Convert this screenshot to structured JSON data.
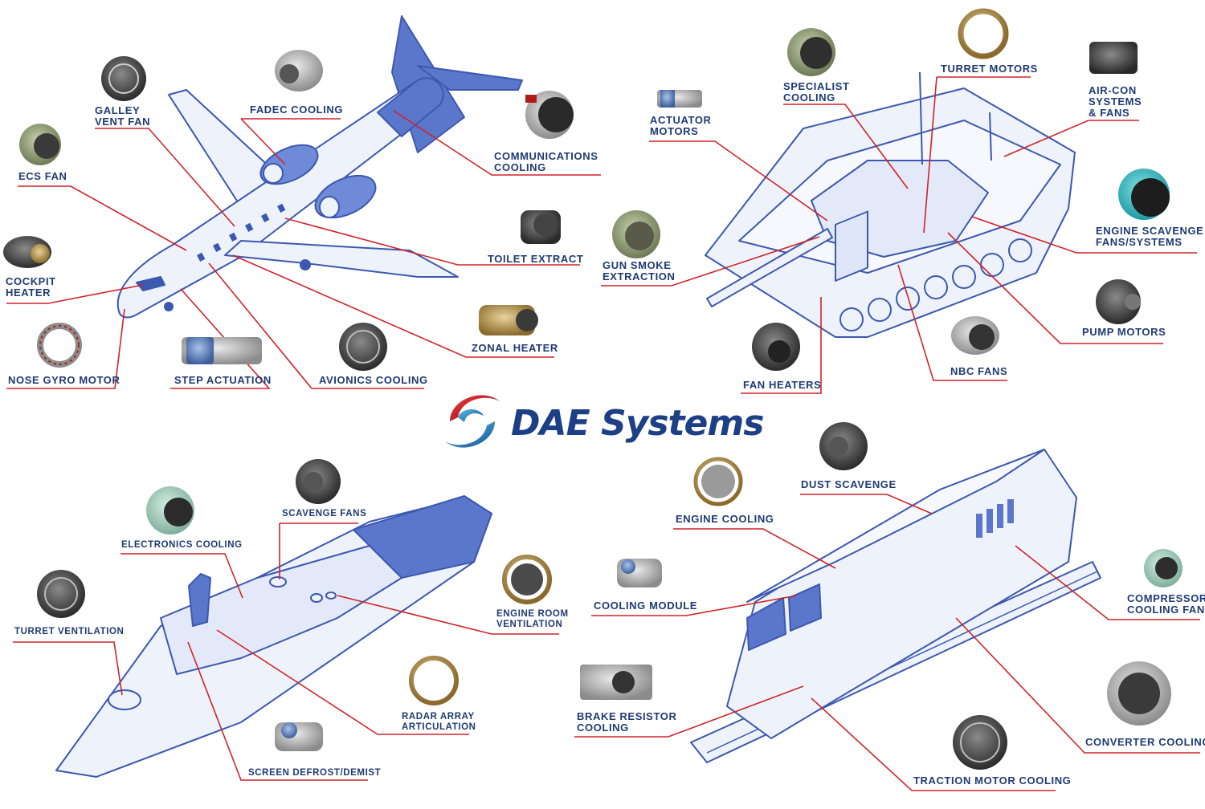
{
  "brand": {
    "name": "DAE Systems"
  },
  "colors": {
    "leader": "#d0232a",
    "vehicle_fill": "#eef2fb",
    "vehicle_stroke": "#3c58b0",
    "vehicle_accent": "#5a77cc",
    "label": "#1f3a73",
    "brand": "#1c3f86"
  },
  "labels": {
    "galley_vent_fan": "GALLEY\nVENT FAN",
    "fadec_cooling": "FADEC COOLING",
    "ecs_fan": "ECS FAN",
    "communications_cooling": "COMMUNICATIONS\nCOOLING",
    "cockpit_heater": "COCKPIT\nHEATER",
    "toilet_extract": "TOILET EXTRACT",
    "zonal_heater": "ZONAL HEATER",
    "nose_gyro_motor": "NOSE GYRO MOTOR",
    "step_actuation": "STEP ACTUATION",
    "avionics_cooling": "AVIONICS COOLING",
    "specialist_cooling": "SPECIALIST\nCOOLING",
    "turret_motors": "TURRET MOTORS",
    "air_con_systems": "AIR-CON\nSYSTEMS\n& FANS",
    "actuator_motors": "ACTUATOR\nMOTORS",
    "engine_scavenge": "ENGINE SCAVENGE\nFANS/SYSTEMS",
    "gun_smoke_extraction": "GUN SMOKE\nEXTRACTION",
    "pump_motors": "PUMP MOTORS",
    "fan_heaters": "FAN HEATERS",
    "nbc_fans": "NBC FANS",
    "scavenge_fans": "SCAVENGE FANS",
    "electronics_cooling": "ELECTRONICS COOLING",
    "engine_room_ventilation": "ENGINE ROOM\nVENTILATION",
    "turret_ventilation": "TURRET VENTILATION",
    "radar_array_articulation": "RADAR ARRAY\nARTICULATION",
    "screen_defrost": "SCREEN DEFROST/DEMIST",
    "dust_scavenge": "DUST SCAVENGE",
    "engine_cooling": "ENGINE COOLING",
    "cooling_module": "COOLING MODULE",
    "compressor_cooling_fan": "COMPRESSOR\nCOOLING FAN",
    "brake_resistor_cooling": "BRAKE RESISTOR\nCOOLING",
    "converter_cooling": "CONVERTER COOLING",
    "traction_motor_cooling": "TRACTION MOTOR COOLING"
  }
}
